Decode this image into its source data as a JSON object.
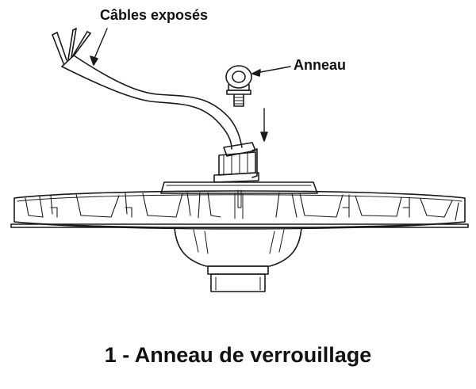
{
  "labels": {
    "cables": "Câbles exposés",
    "ring": "Anneau"
  },
  "caption": "1 - Anneau de verrouillage",
  "colors": {
    "line": "#1a1a1a",
    "background": "#ffffff"
  }
}
